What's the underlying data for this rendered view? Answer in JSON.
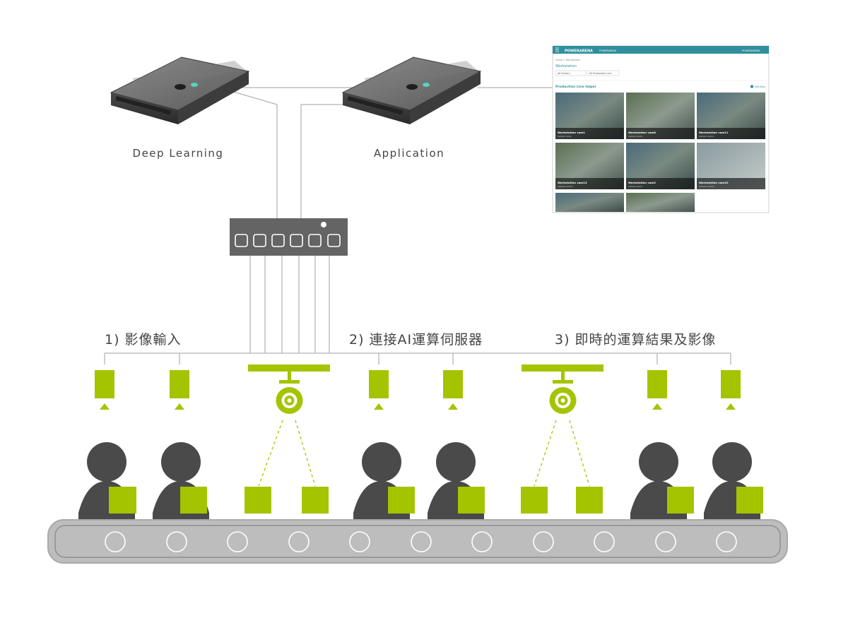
{
  "servers": {
    "deep_learning": "Deep Learning",
    "application": "Application"
  },
  "steps": [
    "1) 影像輸入",
    "2) 連接AI運算伺服器",
    "3) 即時的運算結果及影像"
  ],
  "dashboard": {
    "brand": "POWERARENA",
    "nav_item": "POWERARENA",
    "user": "POWERARENA",
    "breadcrumb": "Home > Workstation",
    "section_title": "Workstation",
    "filter_1": "All Factory",
    "filter_2": "All Production Line",
    "line_title": "Production Line taipei",
    "line_action": "Edit More",
    "cameras": [
      {
        "name": "Workstation cam1",
        "sub": "Camera cam1"
      },
      {
        "name": "Workstation cam8",
        "sub": "Camera cam8"
      },
      {
        "name": "Workstation cam11",
        "sub": "Camera cam11"
      },
      {
        "name": "Workstation cam13",
        "sub": "Camera cam13"
      },
      {
        "name": "Workstation cam2",
        "sub": "Camera cam2"
      },
      {
        "name": "Workstation cam10",
        "sub": "Camera cam10"
      }
    ]
  },
  "colors": {
    "accent": "#a4c400",
    "person": "#4a4a4a",
    "belt": "#bdbdbd",
    "belt_border": "#8f8f8f",
    "line": "#b5b5b5",
    "switch": "#646464",
    "dashboard_header": "#2f8f9d"
  }
}
